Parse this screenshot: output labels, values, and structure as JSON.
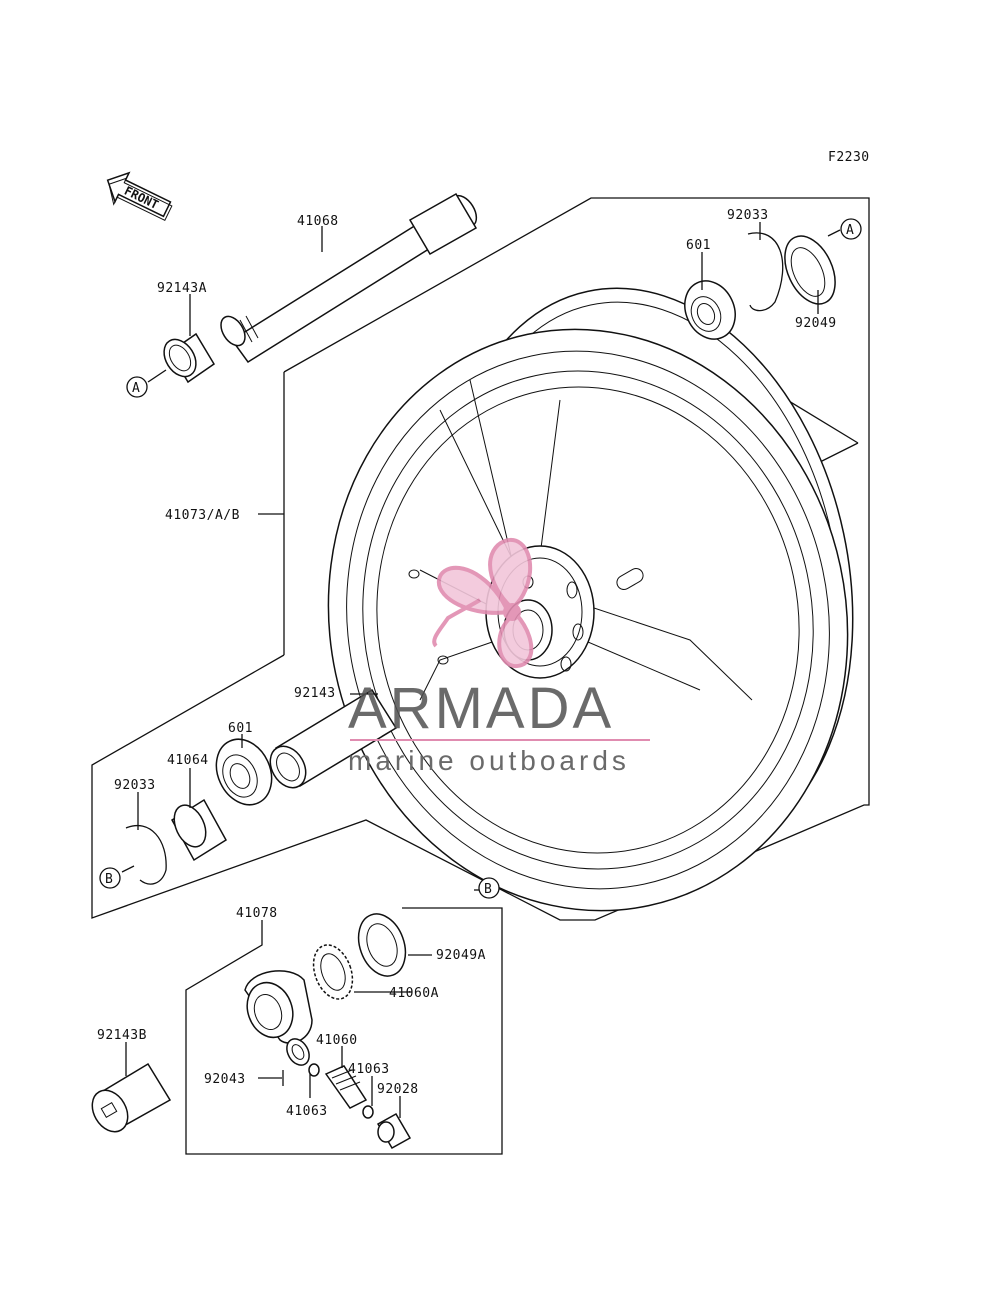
{
  "diagram": {
    "code": "F2230",
    "front_arrow": "FRONT",
    "parts": {
      "p41068": "41068",
      "p92143A": "92143A",
      "p601_top": "601",
      "p92033_top": "92033",
      "p92049": "92049",
      "p41073": "41073/A/B",
      "p92143": "92143",
      "p601_bottom": "601",
      "p41064": "41064",
      "p92033_bottom": "92033",
      "p41078": "41078",
      "p92049A": "92049A",
      "p41060A": "41060A",
      "p92143B": "92143B",
      "p41060": "41060",
      "p41063_a": "41063",
      "p92043": "92043",
      "p41063_b": "41063",
      "p92028": "92028"
    },
    "refs": {
      "A_top": "A",
      "A_left": "A",
      "B_right": "B",
      "B_left": "B"
    }
  },
  "watermark": {
    "brand": "ARMADA",
    "tagline": "marine outboards",
    "accent_color": "#e08cb0"
  }
}
